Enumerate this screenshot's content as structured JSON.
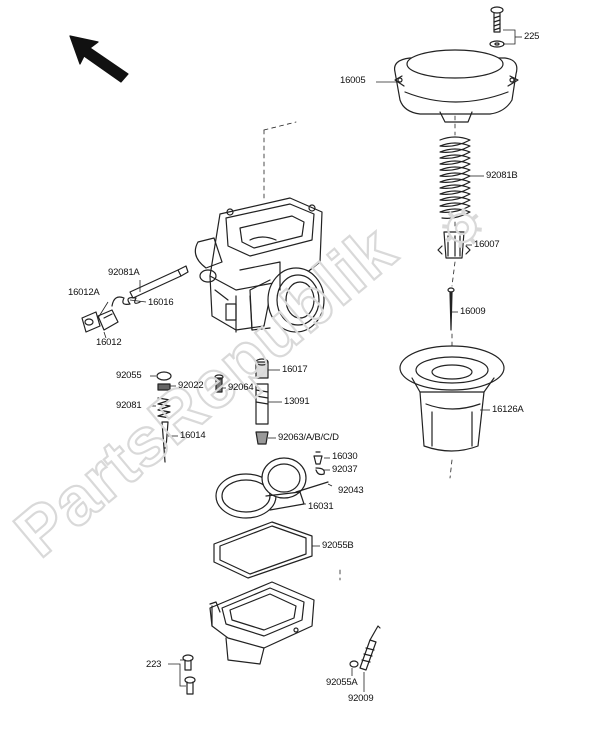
{
  "diagram": {
    "watermark_text": "PartsRepublik",
    "colors": {
      "ink": "#1a1a1a",
      "line": "#333333",
      "watermark": "#d9d9d9",
      "background": "#ffffff"
    },
    "labels": [
      {
        "id": "p225",
        "text": "225"
      },
      {
        "id": "p16005",
        "text": "16005"
      },
      {
        "id": "p92081B",
        "text": "92081B"
      },
      {
        "id": "p16007",
        "text": "16007"
      },
      {
        "id": "p16009",
        "text": "16009"
      },
      {
        "id": "p16126A",
        "text": "16126A"
      },
      {
        "id": "p92081A",
        "text": "92081A"
      },
      {
        "id": "p16012A",
        "text": "16012A"
      },
      {
        "id": "p16016",
        "text": "16016"
      },
      {
        "id": "p16012",
        "text": "16012"
      },
      {
        "id": "p92055",
        "text": "92055"
      },
      {
        "id": "p92022",
        "text": "92022"
      },
      {
        "id": "p92064",
        "text": "92064"
      },
      {
        "id": "p16017",
        "text": "16017"
      },
      {
        "id": "p13091",
        "text": "13091"
      },
      {
        "id": "p92081",
        "text": "92081"
      },
      {
        "id": "p16014",
        "text": "16014"
      },
      {
        "id": "p92063",
        "text": "92063/A/B/C/D"
      },
      {
        "id": "p16030",
        "text": "16030"
      },
      {
        "id": "p92037",
        "text": "92037"
      },
      {
        "id": "p92043",
        "text": "92043"
      },
      {
        "id": "p16031",
        "text": "16031"
      },
      {
        "id": "p92055B",
        "text": "92055B"
      },
      {
        "id": "p223",
        "text": "223"
      },
      {
        "id": "p92055A",
        "text": "92055A"
      },
      {
        "id": "p92009",
        "text": "92009"
      }
    ]
  }
}
